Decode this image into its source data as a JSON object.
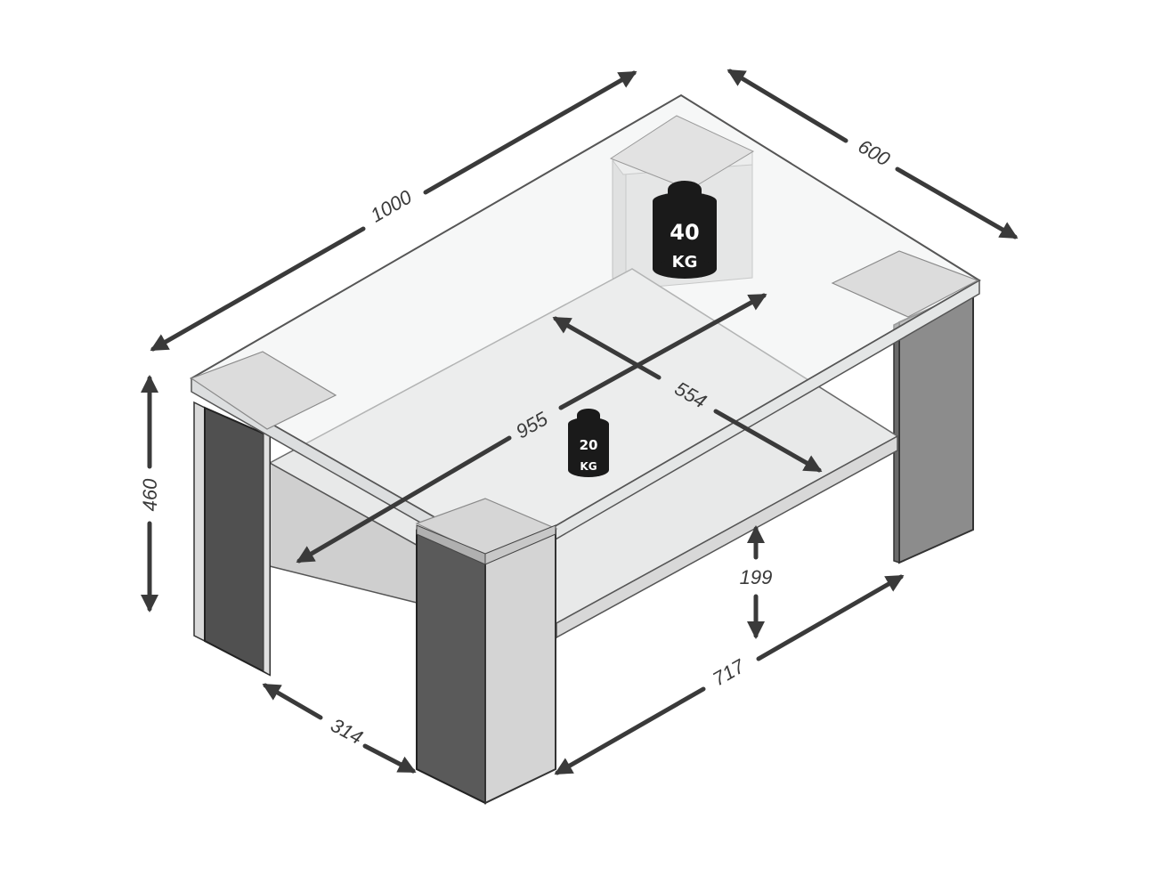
{
  "dimensions": {
    "length": "1000",
    "depth": "600",
    "height": "460",
    "shelf_width": "955",
    "shelf_depth": "554",
    "shelf_clearance": "199",
    "leg_spacing_front": "717",
    "leg_spacing_side": "314"
  },
  "weights": {
    "top_load_value": "40",
    "top_load_unit": "KG",
    "shelf_load_value": "20",
    "shelf_load_unit": "KG"
  },
  "colors": {
    "glass": "#eef1f1",
    "glass_edge": "#555555",
    "shelf": "#e6e7e7",
    "leg_front": "#5b5b5b",
    "leg_side": "#3e3e3e",
    "leg_light": "#d8d8d8",
    "weight": "#1a1a1a",
    "dimension": "#3a3a3a"
  }
}
